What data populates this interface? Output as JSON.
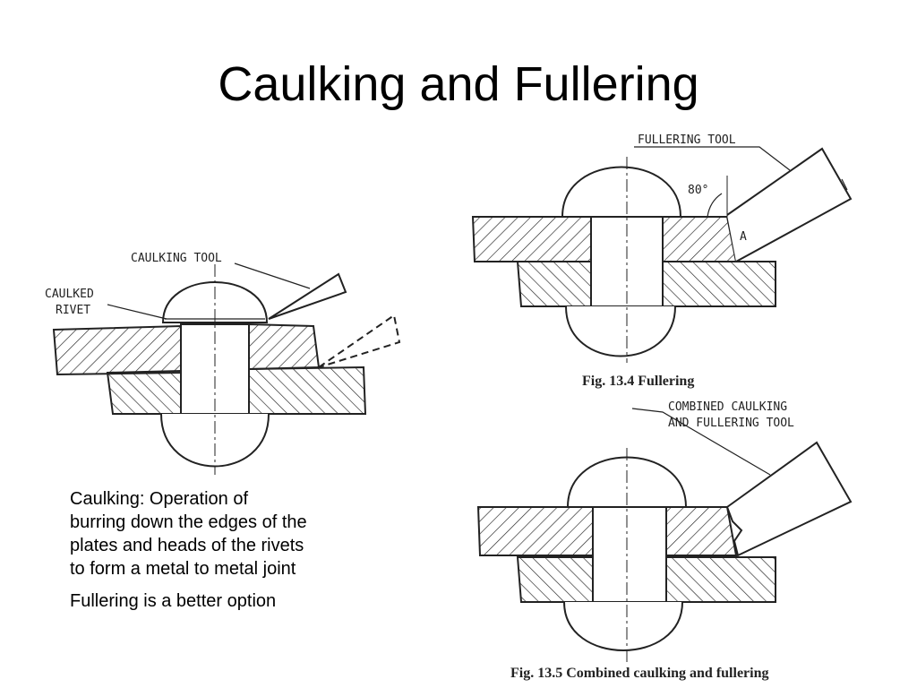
{
  "slide": {
    "title": "Caulking and Fullering"
  },
  "left_figure": {
    "label_tool": "CAULKING TOOL",
    "label_rivet_1": "CAULKED",
    "label_rivet_2": "RIVET"
  },
  "fig_13_4": {
    "label_tool": "FULLERING TOOL",
    "angle": "80°",
    "label_a": "A",
    "caption": "Fig. 13.4 Fullering"
  },
  "fig_13_5": {
    "label_tool_1": "COMBINED CAULKING",
    "label_tool_2": "AND FULLERING TOOL",
    "caption": "Fig. 13.5 Combined caulking and fullering"
  },
  "description": {
    "lines": [
      "Caulking: Operation of",
      "burring down the edges of the",
      "plates and heads of the rivets",
      "to form a metal to metal joint"
    ],
    "note": "Fullering is a better option"
  },
  "colors": {
    "ink": "#222222",
    "background": "#ffffff"
  }
}
